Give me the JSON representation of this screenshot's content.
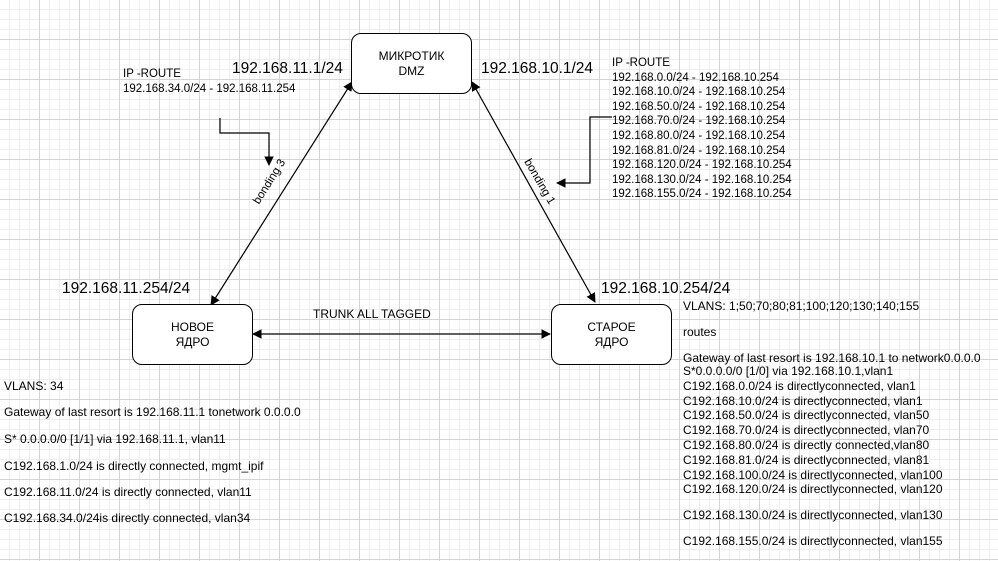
{
  "nodes": {
    "dmz": {
      "line1": "МИКРОТИК",
      "line2": "DMZ"
    },
    "new_core": {
      "line1": "НОВОЕ",
      "line2": "ЯДРО"
    },
    "old_core": {
      "line1": "СТАРОЕ",
      "line2": "ЯДРО"
    }
  },
  "labels": {
    "dmz_left_ip": "192.168.11.1/24",
    "dmz_right_ip": "192.168.10.1/24",
    "new_core_ip": "192.168.11.254/24",
    "old_core_ip": "192.168.10.254/24",
    "bonding3": "bonding 3",
    "bonding1": "bonding 1",
    "trunk": "TRUNK ALL TAGGED"
  },
  "left_route": {
    "title": "IP -ROUTE",
    "line": "192.168.34.0/24 - 192.168.11.254"
  },
  "right_route": {
    "title": "IP -ROUTE",
    "lines": [
      "192.168.0.0/24 - 192.168.10.254",
      "192.168.10.0/24 - 192.168.10.254",
      "192.168.50.0/24 - 192.168.10.254",
      "192.168.70.0/24 - 192.168.10.254",
      "192.168.80.0/24 - 192.168.10.254",
      "192.168.81.0/24 - 192.168.10.254",
      "192.168.120.0/24 - 192.168.10.254",
      "192.168.130.0/24 - 192.168.10.254",
      "192.168.155.0/24 - 192.168.10.254"
    ]
  },
  "new_core_info": {
    "vlans": "VLANS: 34",
    "gateway": "Gateway of last resort is 192.168.11.1 tonetwork 0.0.0.0",
    "default": "S* 0.0.0.0/0 [1/1] via 192.168.11.1, vlan11",
    "routes": [
      "C192.168.1.0/24 is directly connected, mgmt_ipif",
      "C192.168.11.0/24 is directly connected, vlan11",
      "C192.168.34.0/24is directly connected, vlan34"
    ]
  },
  "old_core_info": {
    "vlans": "VLANS: 1;50;70;80;81;100;120;130;140;155",
    "routes_title": "routes",
    "gateway": "Gateway of last resort is 192.168.10.1 to network0.0.0.0",
    "lines": [
      "S*0.0.0.0/0 [1/0] via 192.168.10.1,vlan1",
      "C192.168.0.0/24 is directlyconnected, vlan1",
      "C192.168.10.0/24 is directlyconnected, vlan1",
      "C192.168.50.0/24 is directlyconnected, vlan50",
      "C192.168.70.0/24 is directlyconnected, vlan70",
      "C192.168.80.0/24 is directly connected,vlan80",
      "C192.168.81.0/24 is directlyconnected, vlan81",
      "C192.168.100.0/24 is directlyconnected, vlan100",
      "C192.168.120.0/24 is directlyconnected, vlan120"
    ],
    "line_130": "C192.168.130.0/24 is directlyconnected, vlan130",
    "line_155": "C192.168.155.0/24 is directlyconnected, vlan155"
  }
}
